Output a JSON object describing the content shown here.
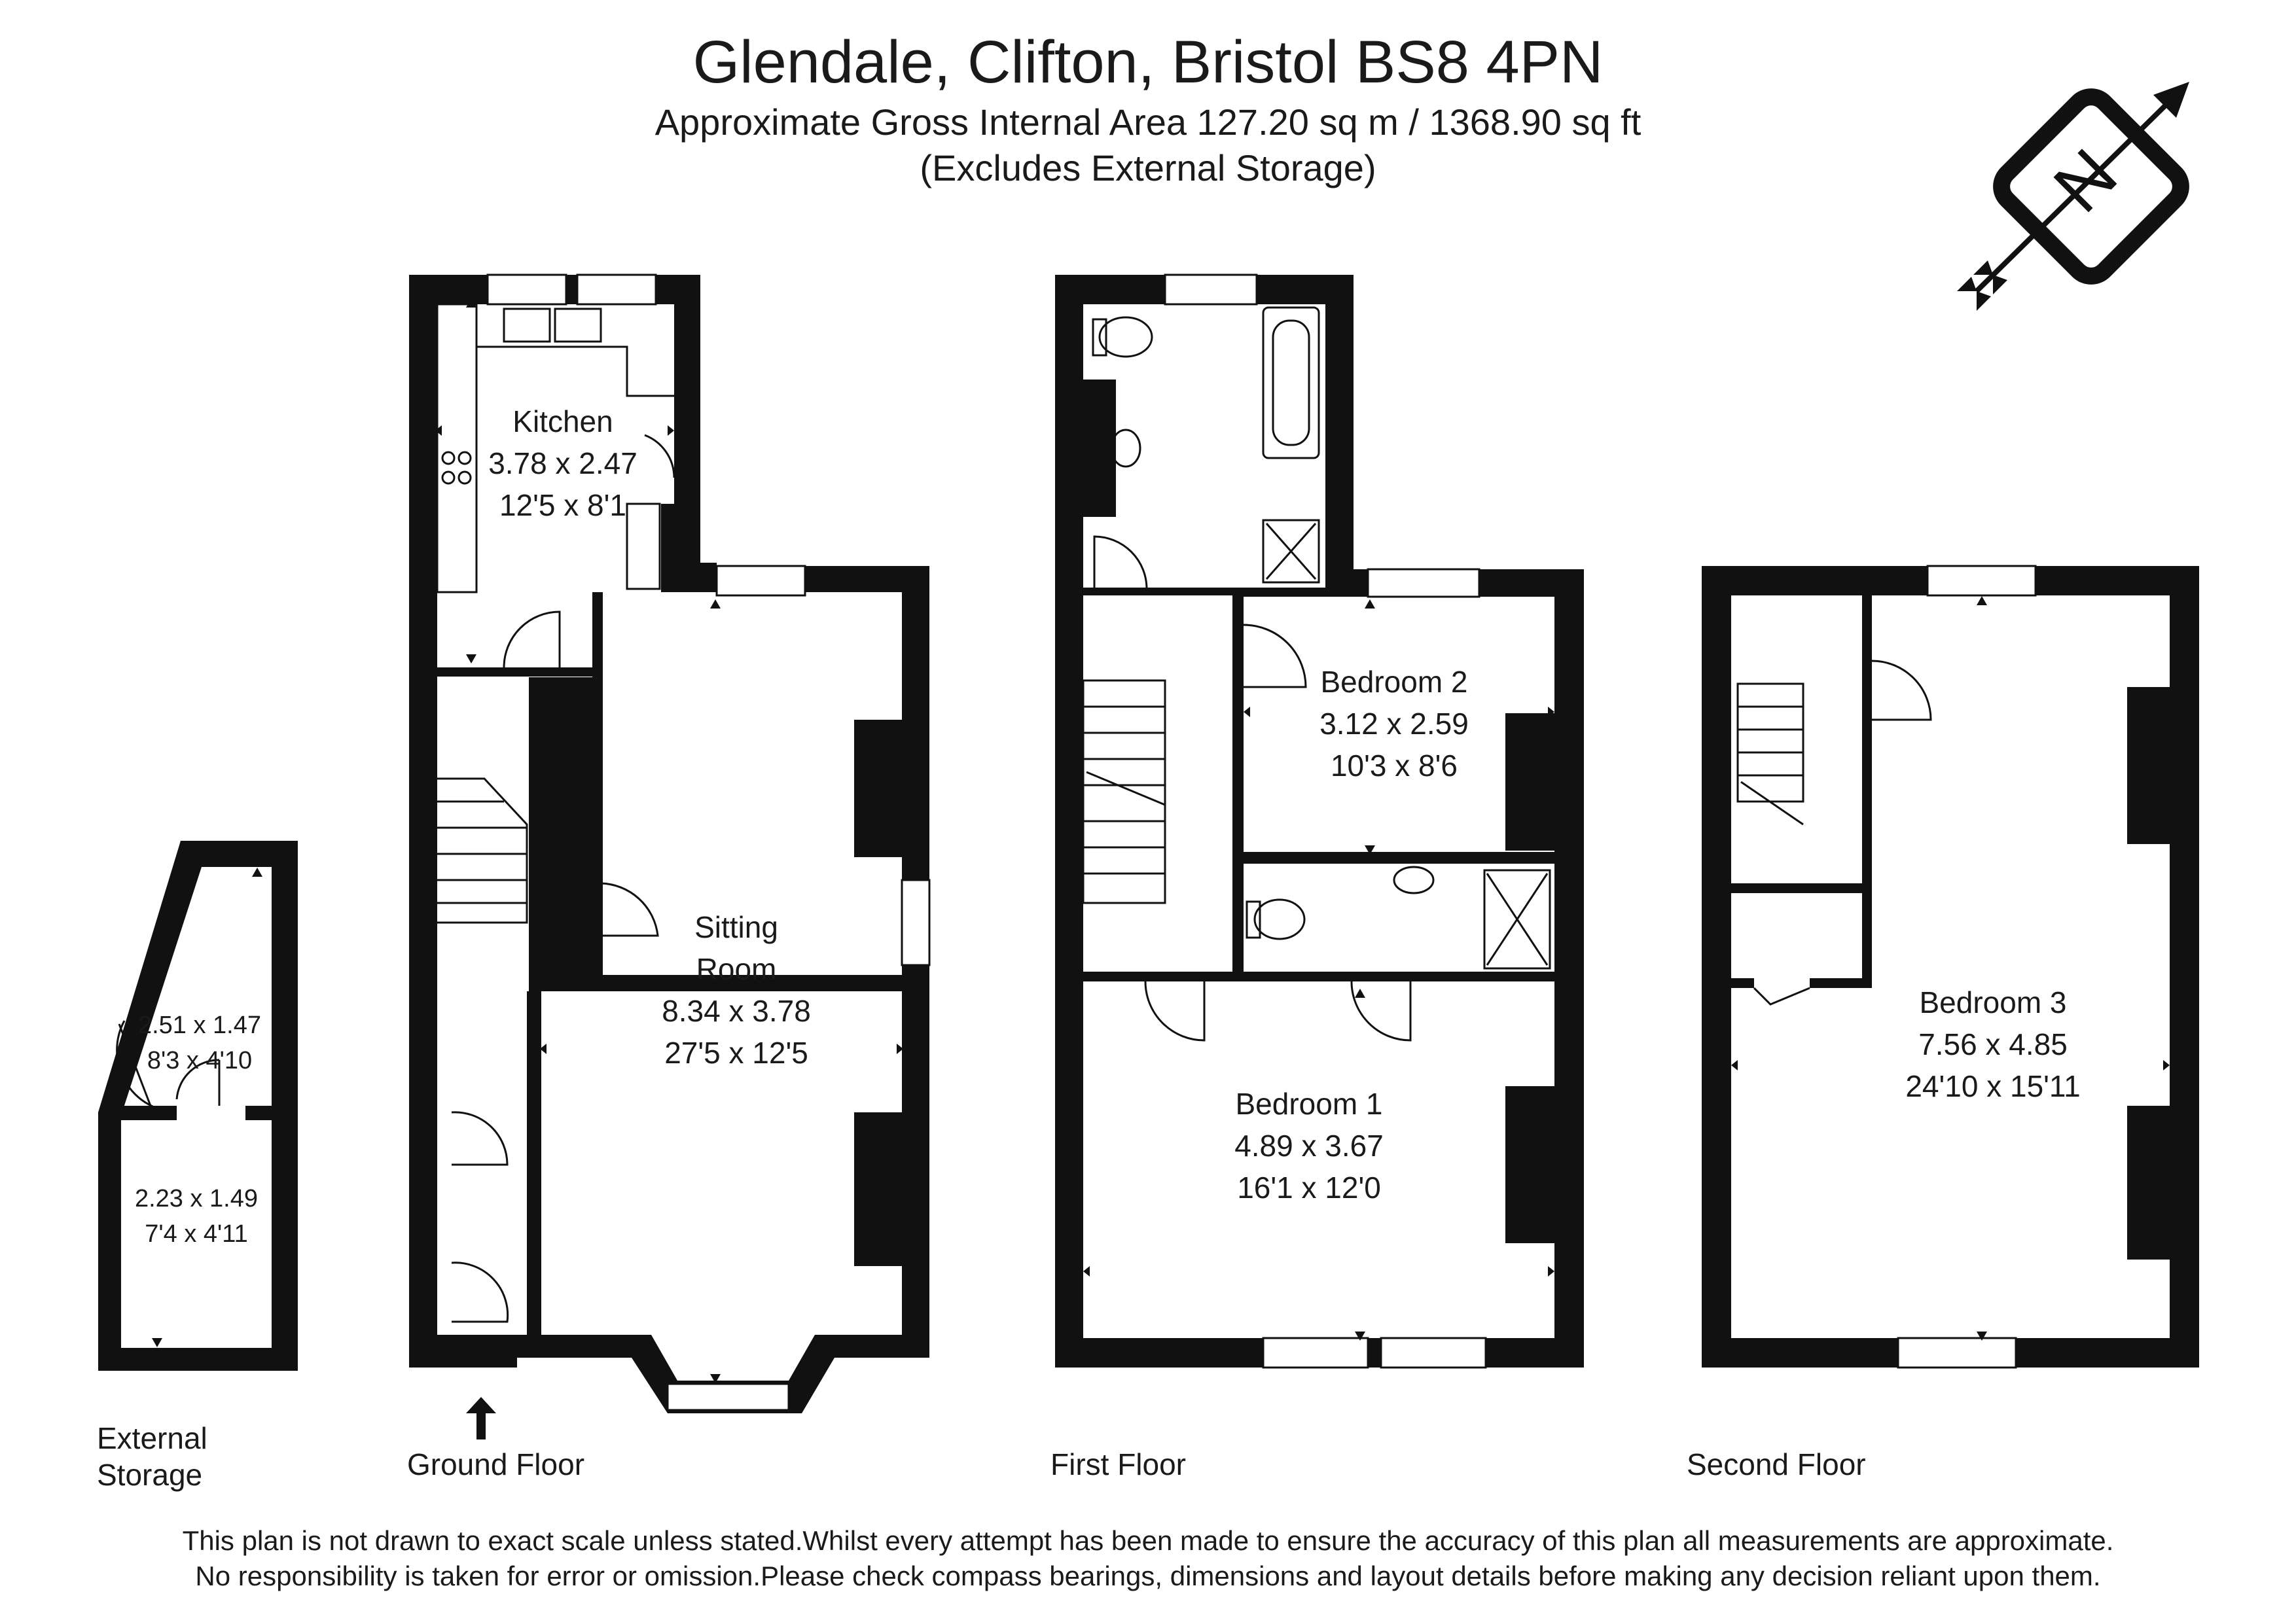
{
  "header": {
    "title": "Glendale, Clifton, Bristol BS8 4PN",
    "gross_area": "Approximate Gross Internal Area 127.20 sq m / 1368.90 sq ft",
    "excludes": "(Excludes External Storage)"
  },
  "compass": {
    "letter": "N",
    "icon": "north-compass-icon"
  },
  "floors": {
    "external": {
      "label": "External\nStorage"
    },
    "ground": {
      "label": "Ground Floor"
    },
    "first": {
      "label": "First Floor"
    },
    "second": {
      "label": "Second Floor"
    }
  },
  "rooms": {
    "kitchen": {
      "name": "Kitchen",
      "metric": "3.78 x 2.47",
      "imperial": "12'5 x 8'1"
    },
    "sitting": {
      "name": "Sitting\nRoom",
      "metric": "8.34 x 3.78",
      "imperial": "27'5 x 12'5"
    },
    "bedroom1": {
      "name": "Bedroom 1",
      "metric": "4.89 x 3.67",
      "imperial": "16'1 x 12'0"
    },
    "bedroom2": {
      "name": "Bedroom 2",
      "metric": "3.12 x 2.59",
      "imperial": "10'3 x 8'6"
    },
    "bedroom3": {
      "name": "Bedroom 3",
      "metric": "7.56 x 4.85",
      "imperial": "24'10 x 15'11"
    },
    "store_upper": {
      "metric": "2.51 x 1.47",
      "imperial": "8'3 x 4'10"
    },
    "store_lower": {
      "metric": "2.23 x 1.49",
      "imperial": "7'4 x 4'11"
    }
  },
  "disclaimer": {
    "line1": "This plan is not drawn to exact scale unless stated.Whilst every attempt has been made to ensure the accuracy of this plan all measurements are approximate.",
    "line2": "No responsibility is taken for error or omission.Please check compass bearings, dimensions and layout details before making any decision reliant upon them."
  }
}
